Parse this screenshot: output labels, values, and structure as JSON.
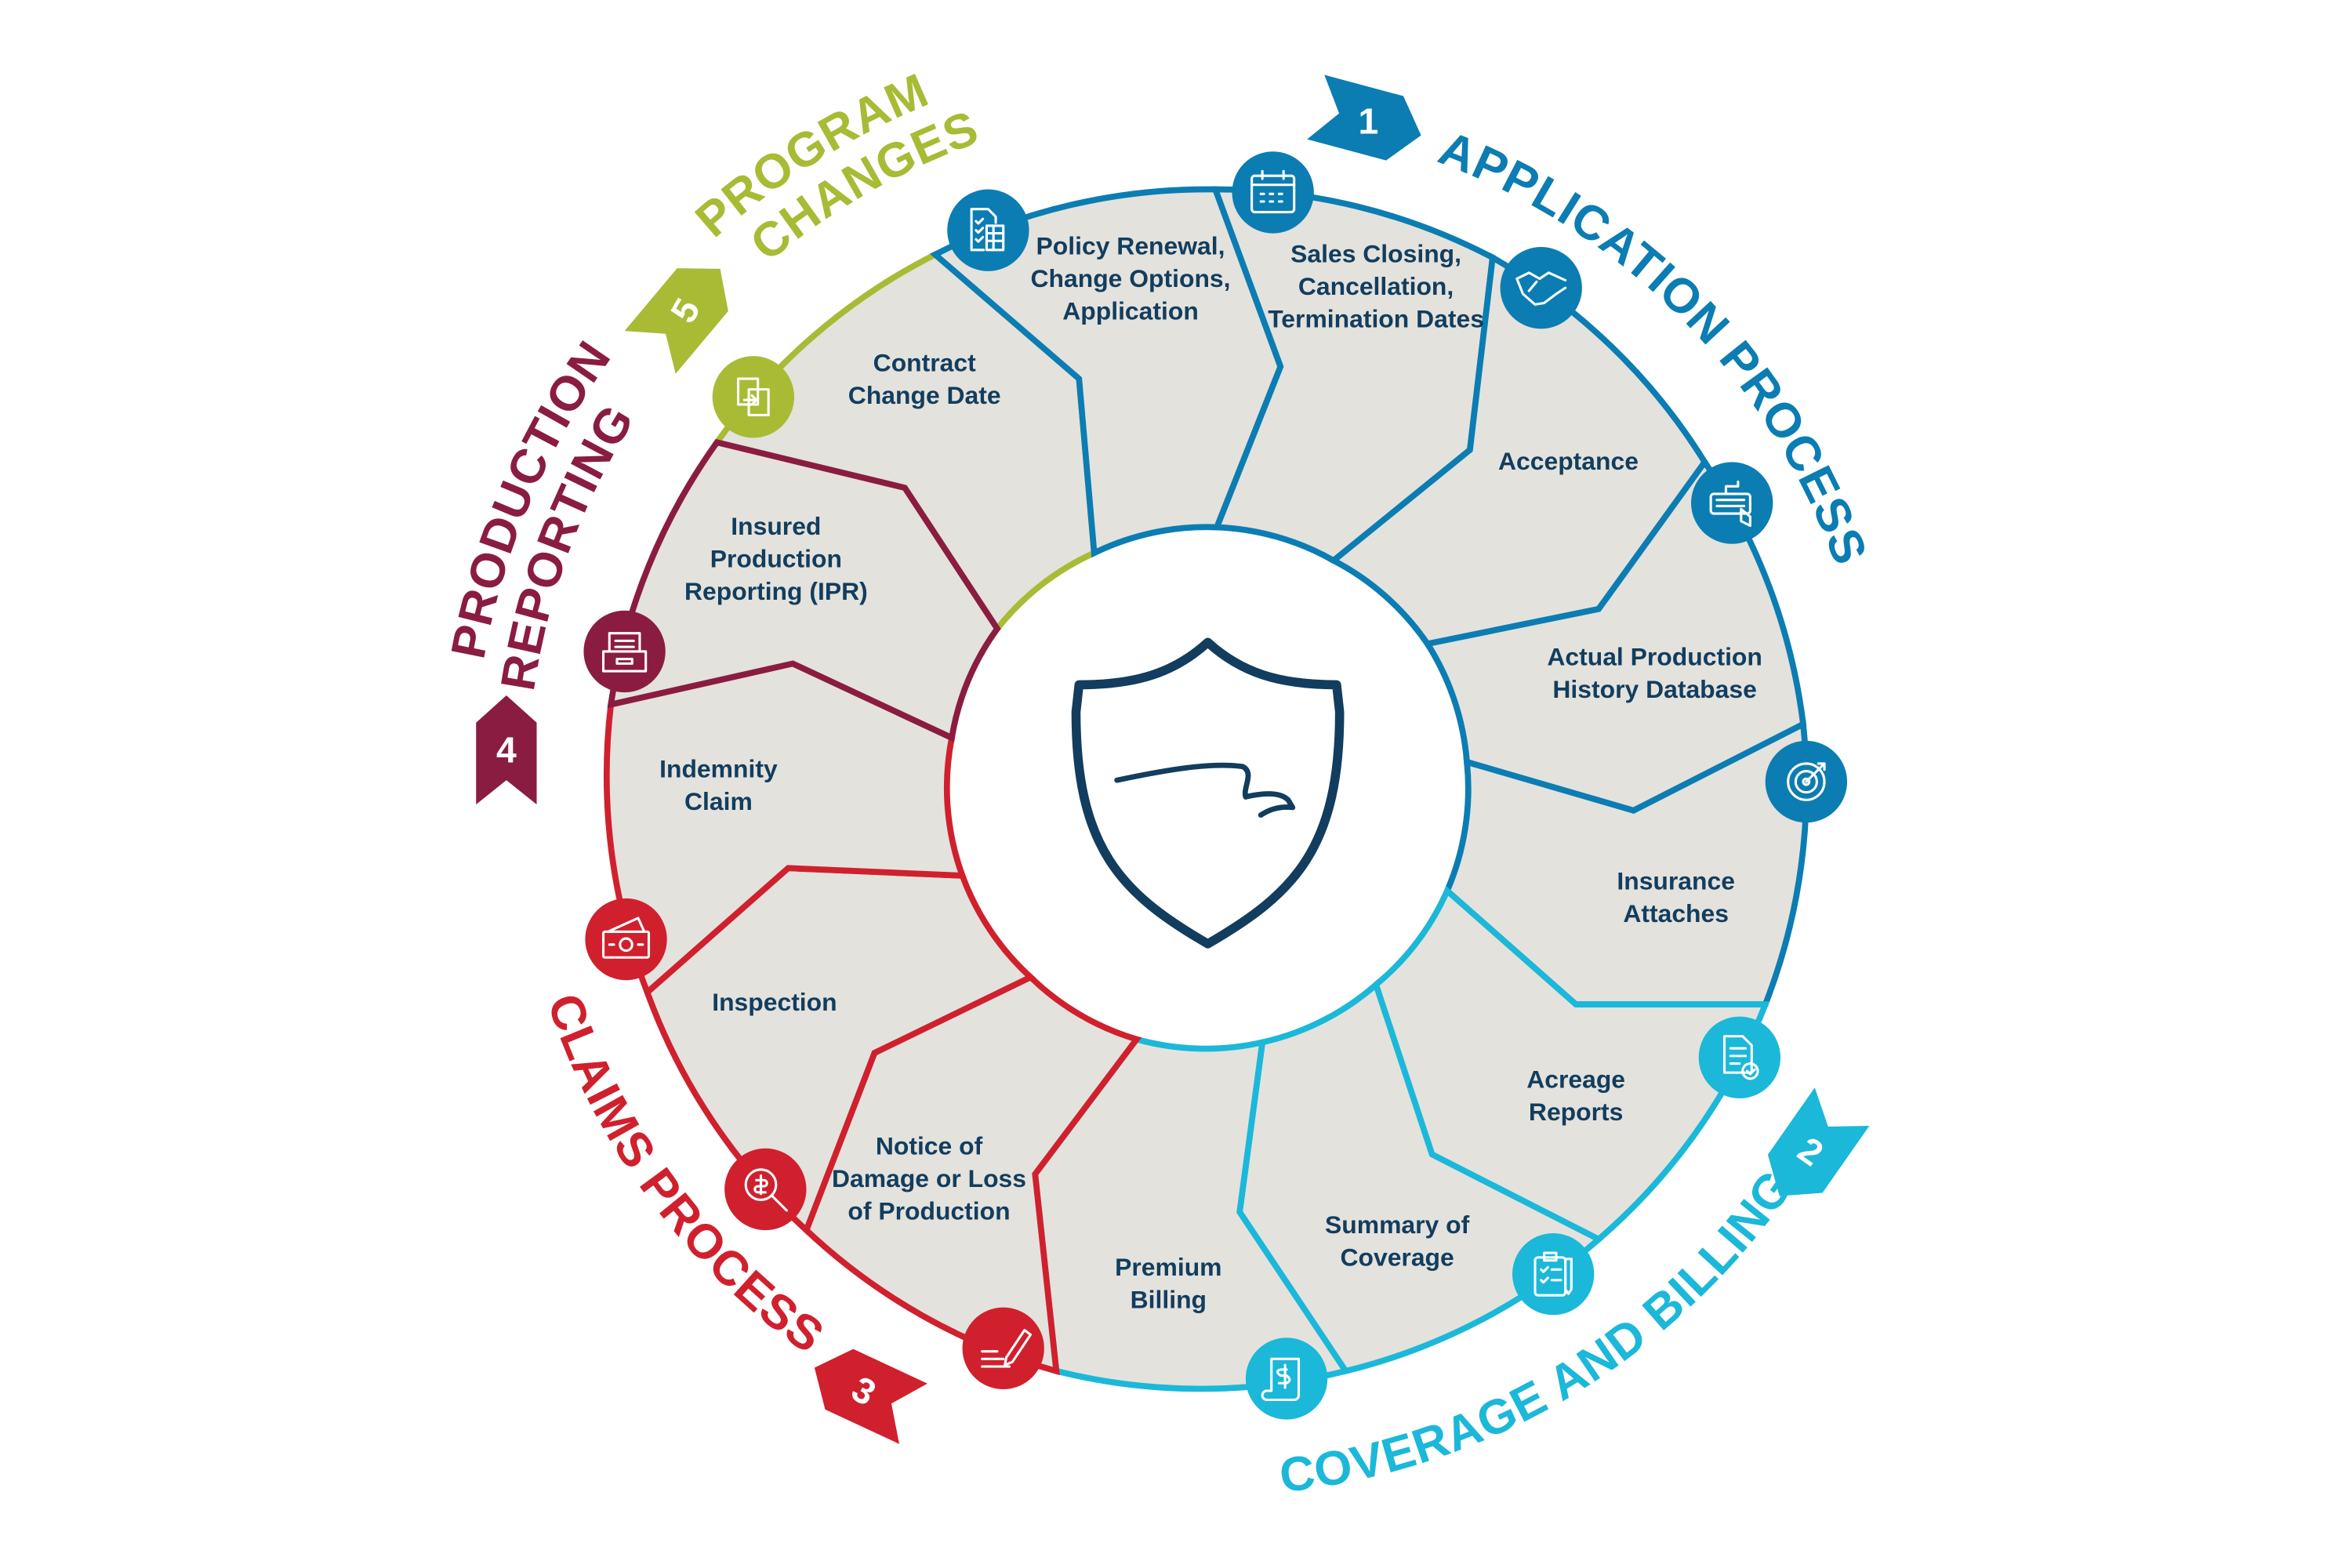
{
  "colors": {
    "application": "#0b7db3",
    "coverage": "#1bb8d9",
    "claims": "#d0202e",
    "production": "#8a1c42",
    "program": "#a9bb35",
    "text": "#123d5e",
    "fill": "#e4e2dd"
  },
  "groups": {
    "application": {
      "number": "1",
      "title": "APPLICATION PROCESS"
    },
    "coverage": {
      "number": "2",
      "title": "COVERAGE AND BILLING"
    },
    "claims": {
      "number": "3",
      "title": "CLAIMS PROCESS"
    },
    "production": {
      "number": "4",
      "title_line1": "PRODUCTION",
      "title_line2": "REPORTING"
    },
    "program": {
      "number": "5",
      "title_line1": "PROGRAM",
      "title_line2": "CHANGES"
    }
  },
  "steps": [
    {
      "group": "program",
      "lines": [
        "Contract",
        "Change Date"
      ],
      "icon": "document-transfer-icon"
    },
    {
      "group": "application",
      "lines": [
        "Policy Renewal,",
        "Change Options,",
        "Application"
      ],
      "icon": "checklist-calculator-icon"
    },
    {
      "group": "application",
      "lines": [
        "Sales Closing,",
        "Cancellation,",
        "Termination Dates"
      ],
      "icon": "calendar-icon"
    },
    {
      "group": "application",
      "lines": [
        "Acceptance"
      ],
      "icon": "handshake-icon"
    },
    {
      "group": "application",
      "lines": [
        "Actual Production",
        "History Database"
      ],
      "icon": "keyboard-icon"
    },
    {
      "group": "application",
      "lines": [
        "Insurance",
        "Attaches"
      ],
      "icon": "target-icon"
    },
    {
      "group": "coverage",
      "lines": [
        "Acreage",
        "Reports"
      ],
      "icon": "document-check-icon"
    },
    {
      "group": "coverage",
      "lines": [
        "Summary of",
        "Coverage"
      ],
      "icon": "clipboard-icon"
    },
    {
      "group": "coverage",
      "lines": [
        "Premium",
        "Billing"
      ],
      "icon": "dollar-scroll-icon"
    },
    {
      "group": "claims",
      "lines": [
        "Notice of",
        "Damage or Loss",
        "of Production"
      ],
      "icon": "pen-sign-icon"
    },
    {
      "group": "claims",
      "lines": [
        "Inspection"
      ],
      "icon": "magnify-dollar-icon"
    },
    {
      "group": "claims",
      "lines": [
        "Indemnity",
        "Claim"
      ],
      "icon": "money-icon"
    },
    {
      "group": "production",
      "lines": [
        "Insured",
        "Production",
        "Reporting (IPR)"
      ],
      "icon": "file-tray-icon"
    }
  ]
}
